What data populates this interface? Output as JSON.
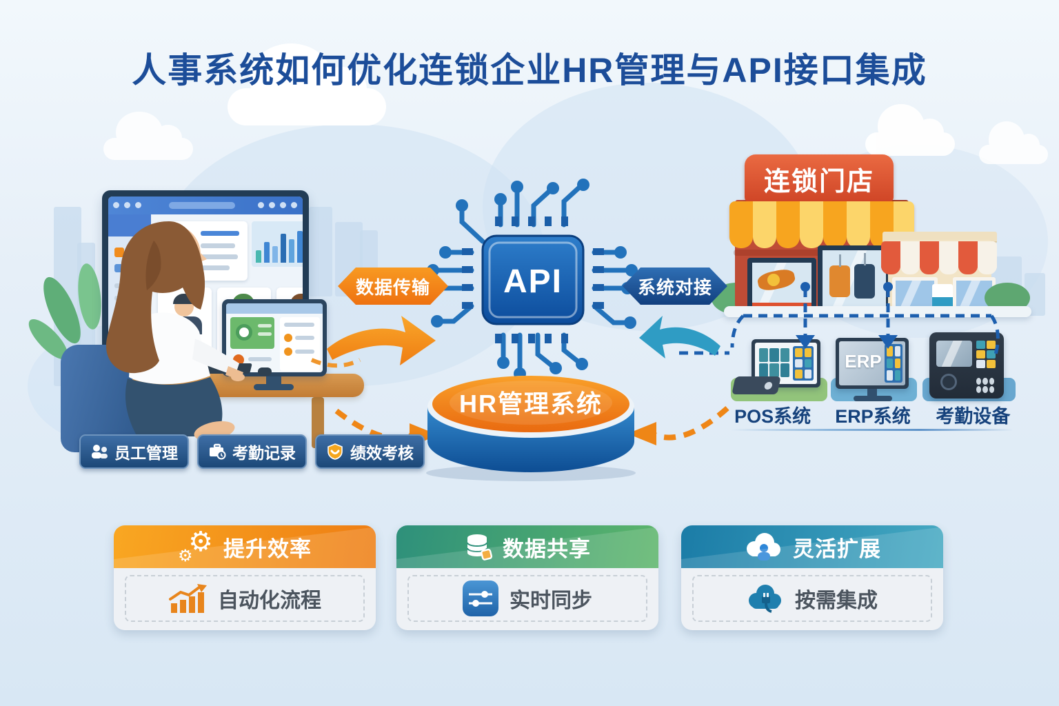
{
  "title": "人事系统如何优化连锁企业HR管理与API接口集成",
  "flow": {
    "api_label": "API",
    "data_transfer_label": "数据传输",
    "system_connect_label": "系统对接",
    "hr_system_label": "HR管理系统"
  },
  "hr_modules": [
    {
      "label": "员工管理",
      "icon": "users-icon"
    },
    {
      "label": "考勤记录",
      "icon": "briefcase-clock-icon"
    },
    {
      "label": "绩效考核",
      "icon": "medal-icon"
    }
  ],
  "store": {
    "sign": "连锁门店"
  },
  "devices": [
    {
      "label": "POS系统"
    },
    {
      "label": "ERP系统",
      "screen_text": "ERP"
    },
    {
      "label": "考勤设备"
    }
  ],
  "benefits": [
    {
      "title": "提升效率",
      "detail": "自动化流程",
      "accent": "#ef8214",
      "header_icon": "gears-icon",
      "detail_icon": "growth-chart-icon"
    },
    {
      "title": "数据共享",
      "detail": "实时同步",
      "accent": "#2f947c",
      "header_icon": "database-icon",
      "detail_icon": "sync-icon"
    },
    {
      "title": "灵活扩展",
      "detail": "按需集成",
      "accent": "#1d81ab",
      "header_icon": "cloud-user-icon",
      "detail_icon": "cloud-plug-icon"
    }
  ],
  "colors": {
    "background_top": "#f1f7fc",
    "background_bottom": "#d7e6f4",
    "title_text": "#1c4d99",
    "circuit_blue": "#2272bb",
    "arrow_orange": "#f08a1c",
    "arrow_teal": "#2f9cc4",
    "badge_blue": "#2a5688",
    "device_label_text": "#16427c",
    "hr_cylinder_top": "#f1871a",
    "hr_cylinder_body": "#1a63ac"
  }
}
